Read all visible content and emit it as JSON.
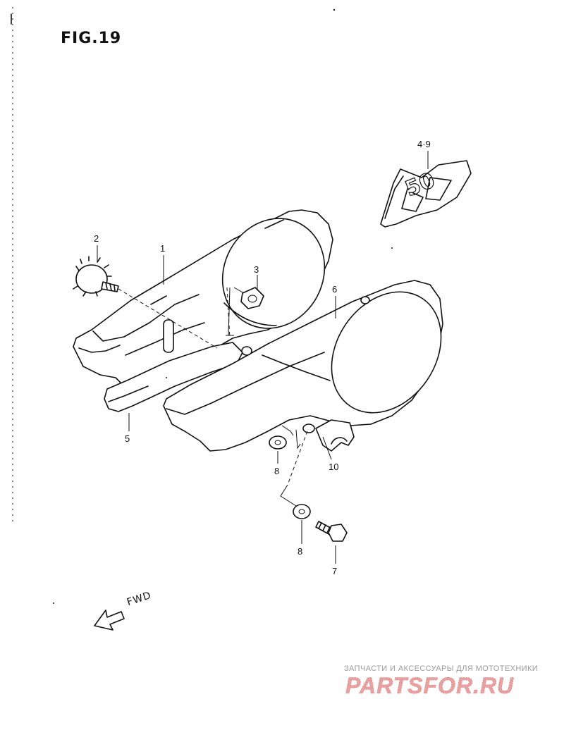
{
  "figure": {
    "title": "FIG.19",
    "fwd_label": "FWD"
  },
  "callouts": [
    {
      "id": "c1",
      "text": "1"
    },
    {
      "id": "c2",
      "text": "2"
    },
    {
      "id": "c3",
      "text": "3"
    },
    {
      "id": "c49",
      "text": "4·9"
    },
    {
      "id": "c5",
      "text": "5"
    },
    {
      "id": "c6",
      "text": "6"
    },
    {
      "id": "c7",
      "text": "7"
    },
    {
      "id": "c8a",
      "text": "8"
    },
    {
      "id": "c8b",
      "text": "8"
    },
    {
      "id": "c10",
      "text": "10"
    }
  ],
  "emblem": {
    "text": "50"
  },
  "watermark": {
    "tagline": "ЗАПЧАСТИ И АКСЕССУАРЫ ДЛЯ МОТОТЕХНИКИ",
    "logo": "PARTSFOR.RU",
    "logo_color": "#e8a0a0"
  },
  "colors": {
    "line": "#111111",
    "background": "#ffffff"
  }
}
